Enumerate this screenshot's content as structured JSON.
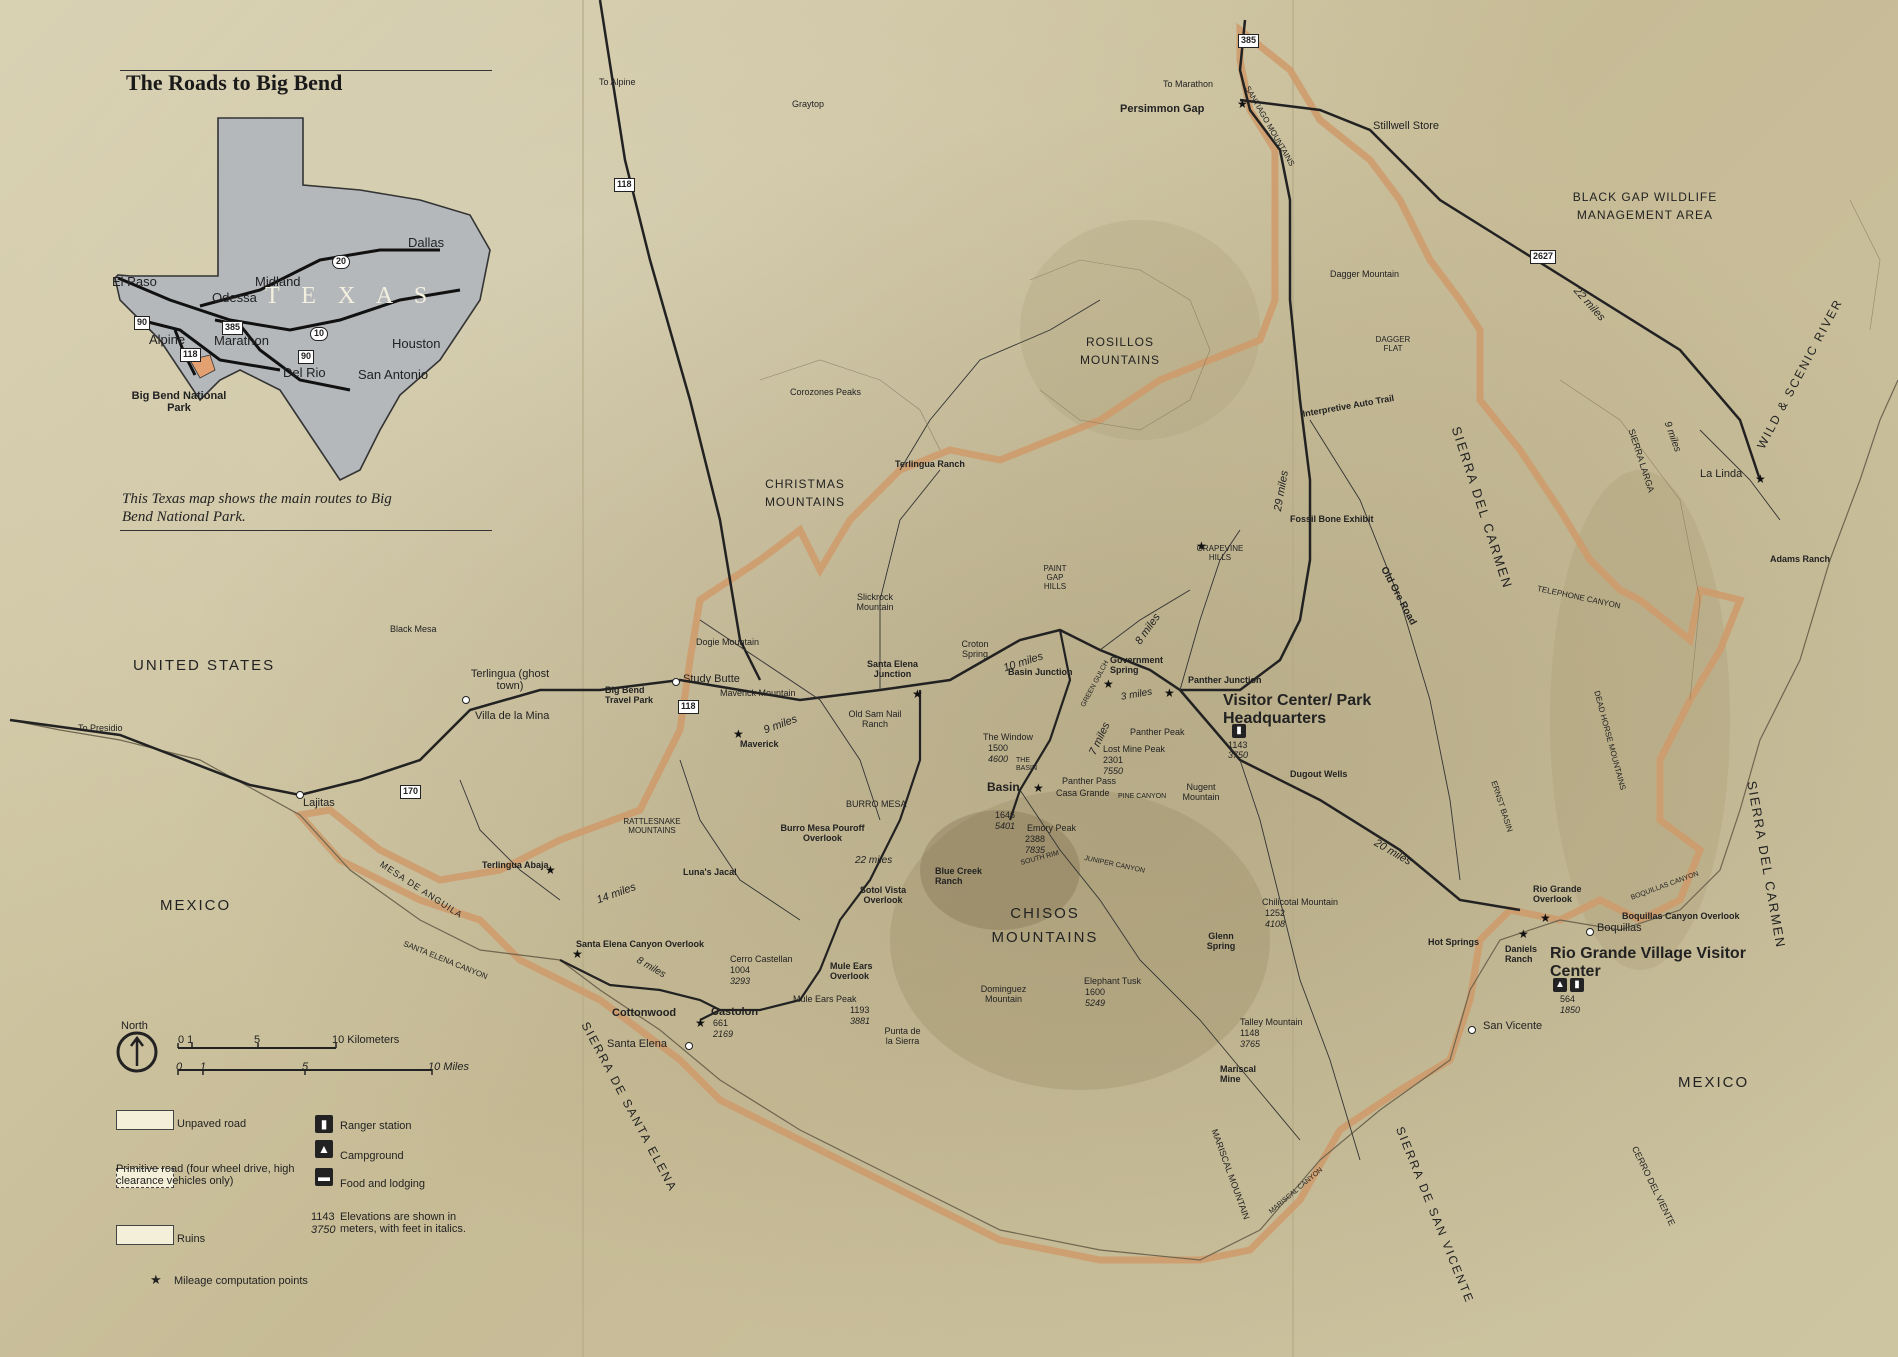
{
  "inset": {
    "title": "The Roads to Big Bend",
    "caption": "This Texas map shows the main routes to Big Bend National Park.",
    "state_label": "T E X A S",
    "cities": [
      "El Paso",
      "Midland",
      "Odessa",
      "Dallas",
      "Alpine",
      "Marathon",
      "Houston",
      "Del Rio",
      "San Antonio"
    ],
    "highways": [
      "20",
      "385",
      "10",
      "90",
      "118",
      "90"
    ],
    "park_label": "Big Bend National Park"
  },
  "regions": {
    "united_states": "UNITED STATES",
    "mexico_west": "MEXICO",
    "mexico_east": "MEXICO",
    "chisos": "CHISOS MOUNTAINS",
    "christmas": "CHRISTMAS MOUNTAINS",
    "rosillos": "ROSILLOS MOUNTAINS",
    "black_gap": "BLACK GAP WILDLIFE MANAGEMENT AREA",
    "sierra_del_carmen": "SIERRA DEL CARMEN",
    "sierra_del_carmen_mx": "SIERRA DEL CARMEN",
    "sierra_santa_elena": "SIERRA DE SANTA ELENA",
    "sierra_san_vicente": "SIERRA DE SAN VICENTE",
    "wild_scenic": "WILD & SCENIC RIVER",
    "mesa_de_anguila": "MESA DE ANGUILA",
    "santa_elena_canyon": "SANTA ELENA CANYON",
    "mariscal_mountain": "MARISCAL MOUNTAIN",
    "sierra_larga": "SIERRA LARGA",
    "dead_horse": "DEAD HORSE MOUNTAINS",
    "telephone_canyon": "TELEPHONE CANYON",
    "ernst_basin": "ERNST BASIN",
    "cerro_del_viente": "CERRO DEL VIENTE",
    "santiago_mountains": "SANTIAGO MOUNTAINS",
    "burro_mesa": "BURRO MESA",
    "rattlesnake": "RATTLESNAKE MOUNTAINS",
    "paint_gap": "PAINT GAP HILLS",
    "grapevine": "GRAPEVINE HILLS",
    "dagger_flat": "DAGGER FLAT"
  },
  "places": {
    "to_alpine": "To Alpine",
    "to_marathon": "To Marathon",
    "to_presidio": "To Presidio",
    "graytop": "Graytop",
    "persimmon_gap": "Persimmon Gap",
    "stillwell": "Stillwell Store",
    "dagger_mountain": "Dagger Mountain",
    "corozones": "Corozones Peaks",
    "terlingua_ranch": "Terlingua Ranch",
    "interpretive": "Interpretive Auto Trail",
    "fossil_bone": "Fossil Bone Exhibit",
    "la_linda": "La Linda",
    "adams_ranch": "Adams Ranch",
    "old_ore_road": "Old Ore Road",
    "black_mesa": "Black Mesa",
    "terlingua": "Terlingua (ghost town)",
    "villa_mina": "Villa de la Mina",
    "lajitas": "Lajitas",
    "big_bend_travel": "Big Bend Travel Park",
    "study_butte": "Study Butte",
    "dogie": "Dogie Mountain",
    "slickrock": "Slickrock Mountain",
    "maverick_mtn": "Maverick Mountain",
    "maverick": "Maverick",
    "santa_elena_jct": "Santa Elena Junction",
    "croton": "Croton Spring",
    "basin_jct": "Basin Junction",
    "gov_spring": "Government Spring",
    "panther_jct": "Panther Junction",
    "visitor_center": "Visitor Center/ Park Headquarters",
    "vc_elev_m": "1143",
    "vc_elev_ft": "3750",
    "old_sam": "Old Sam Nail Ranch",
    "window": "The Window",
    "window_m": "1500",
    "window_ft": "4600",
    "panther_peak": "Panther Peak",
    "lost_mine": "Lost Mine Peak",
    "lost_mine_m": "2301",
    "lost_mine_ft": "7550",
    "panther_pass": "Panther Pass",
    "casa_grande": "Casa Grande",
    "basin": "Basin",
    "basin_m": "1646",
    "basin_ft": "5401",
    "emory": "Emory Peak",
    "emory_m": "2388",
    "emory_ft": "7835",
    "nugent": "Nugent Mountain",
    "pine_canyon": "PINE CANYON",
    "juniper_canyon": "JUNIPER CANYON",
    "south_rim": "SOUTH RIM",
    "green_gulch": "GREEN GULCH",
    "the_basin_small": "THE BASIN",
    "dugout": "Dugout Wells",
    "burro_pouroff": "Burro Mesa Pouroff Overlook",
    "lunas": "Luna's Jacal",
    "terlingua_abaja": "Terlingua Abaja",
    "blue_creek": "Blue Creek Ranch",
    "sotol": "Sotol Vista Overlook",
    "chilicotal": "Chilicotal Mountain",
    "chilicotal_m": "1252",
    "chilicotal_ft": "4108",
    "glenn": "Glenn Spring",
    "se_canyon_overlook": "Santa Elena Canyon Overlook",
    "cerro_castellan": "Cerro Castellan",
    "cc_m": "1004",
    "cc_ft": "3293",
    "mule_ears_ov": "Mule Ears Overlook",
    "mule_ears_peak": "Mule Ears Peak",
    "mep_m": "1193",
    "mep_ft": "3881",
    "elephant": "Elephant Tusk",
    "et_m": "1600",
    "et_ft": "5249",
    "dominguez": "Dominguez Mountain",
    "cottonwood": "Cottonwood",
    "castolon": "Castolon",
    "cast_m": "661",
    "cast_ft": "2169",
    "santa_elena": "Santa Elena",
    "punta": "Punta de la Sierra",
    "talley": "Talley Mountain",
    "talley_m": "1148",
    "talley_ft": "3765",
    "mariscal_mine": "Mariscal Mine",
    "san_vicente": "San Vicente",
    "hot_springs": "Hot Springs",
    "daniels": "Daniels Ranch",
    "rg_overlook": "Rio Grande Overlook",
    "boquillas_ov": "Boquillas Canyon Overlook",
    "boquillas": "Boquillas",
    "rgv": "Rio Grande Village Visitor Center",
    "rgv_m": "564",
    "rgv_ft": "1850",
    "mariscal_canyon": "MARISCAL CANYON",
    "boquillas_canyon": "BOQUILLAS CANYON"
  },
  "mileage": {
    "m22": "22 miles",
    "m9a": "9 miles",
    "m29": "29 miles",
    "m8": "8 miles",
    "m10": "10 miles",
    "m3": "3 miles",
    "m7": "7 miles",
    "m9b": "9 miles",
    "m20": "20 miles",
    "m14": "14 miles",
    "m22b": "22 miles",
    "m8b": "8 miles"
  },
  "highway_shields": {
    "h385": "385",
    "h118": "118",
    "h2627": "2627",
    "h170": "170",
    "h118b": "118"
  },
  "legend": {
    "north": "North",
    "km_scale": "10 Kilometers",
    "mi_scale": "10 Miles",
    "km_ticks": [
      "0 1",
      "5"
    ],
    "mi_ticks": [
      "0",
      "1",
      "5"
    ],
    "unpaved": "Unpaved road",
    "primitive": "Primitive road (four wheel drive, high clearance vehicles only)",
    "ruins": "Ruins",
    "ranger": "Ranger station",
    "campground": "Campground",
    "food": "Food and lodging",
    "elev_num_m": "1143",
    "elev_num_ft": "3750",
    "elevation_note": "Elevations are shown in meters, with feet in italics.",
    "mileage_points": "Mileage computation points"
  }
}
